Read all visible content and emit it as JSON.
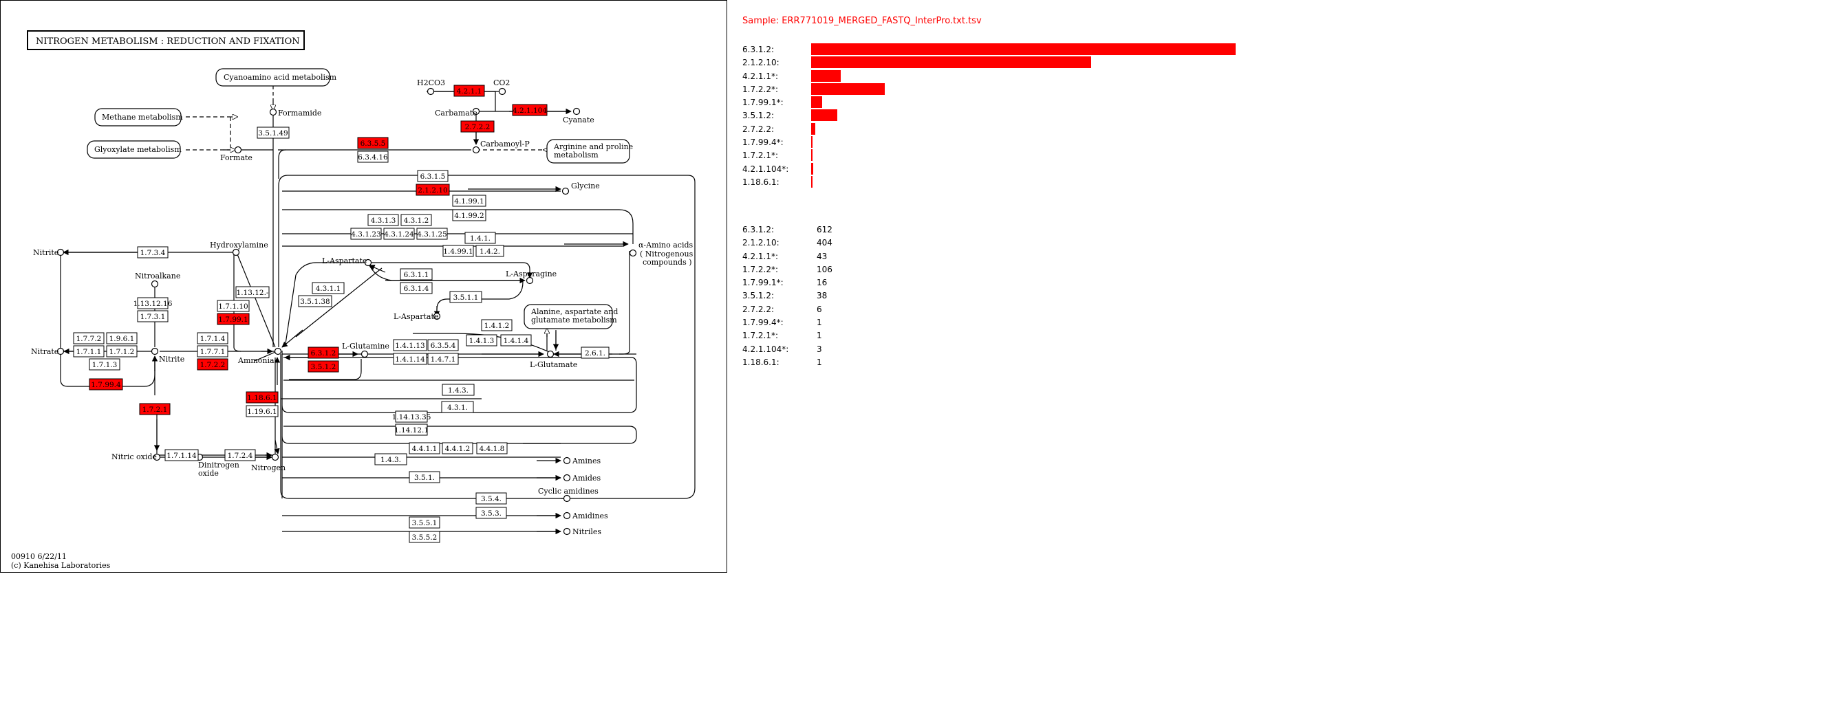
{
  "map": {
    "title": "NITROGEN METABOLISM : REDUCTION AND FIXATION",
    "footer_id": "00910 6/22/11",
    "footer_copy": "(c) Kanehisa Laboratories",
    "highlight_color": "#ff0000",
    "pathways": [
      "Cyanoamino acid metabolism",
      "Methane metabolism",
      "Glyoxylate metabolism",
      "Arginine and proline metabolism",
      "Alanine, aspartate and glutamate metabolism"
    ],
    "compounds": [
      "Formamide",
      "Formate",
      "H2CO3",
      "CO2",
      "Carbamate",
      "Cyanate",
      "Carbamoyl-P",
      "Glycine",
      "Hydroxylamine",
      "Nitrite",
      "Nitroalkane",
      "Nitrate",
      "Ammonia",
      "L-Aspartate",
      "L-Asparagine",
      "L-Glutamine",
      "L-Glutamate",
      "α-Amino acids",
      "( Nitrogenous",
      "compounds )",
      "Nitric oxide",
      "Dinitrogen",
      "oxide",
      "Nitrogen",
      "Amines",
      "Amides",
      "Cyclic amidines",
      "Amidines",
      "Nitriles"
    ],
    "enzymes": [
      "3.5.1.49",
      "4.2.1.1",
      "4.2.1.104",
      "2.7.2.2",
      "6.3.5.5",
      "6.3.4.16",
      "6.3.1.5",
      "2.1.2.10",
      "4.1.99.1",
      "4.1.99.2",
      "4.3.1.3",
      "4.3.1.2",
      "4.3.1.23",
      "4.3.1.24",
      "4.3.1.25",
      "1.4.1.",
      "1.4.99.1",
      "1.4.2.",
      "1.7.3.4",
      "1.13.12.-",
      "1.13.12.16",
      "1.7.3.1",
      "1.7.1.10",
      "1.7.99.1",
      "6.3.1.1",
      "6.3.1.4",
      "4.3.1.1",
      "3.5.1.38",
      "3.5.1.1",
      "1.7.7.2",
      "1.9.6.1",
      "1.7.1.1",
      "1.7.1.2",
      "1.7.1.3",
      "1.7.1.4",
      "1.7.7.1",
      "1.7.2.2",
      "1.7.99.4",
      "1.7.2.1",
      "1.4.1.13",
      "6.3.5.4",
      "1.4.1.14",
      "1.4.7.1",
      "6.3.1.2",
      "3.5.1.2",
      "1.4.1.2",
      "1.4.1.3",
      "1.4.1.4",
      "2.6.1.",
      "1.4.3.",
      "4.3.1.",
      "1.18.6.1",
      "1.19.6.1",
      "1.14.13.35",
      "1.14.12.1",
      "4.4.1.1",
      "4.4.1.2",
      "4.4.1.8",
      "1.7.1.14",
      "1.7.2.4",
      "1.4.3.",
      "3.5.1.",
      "3.5.4.",
      "3.5.3.",
      "3.5.5.1",
      "3.5.5.2"
    ]
  },
  "sample_title": "Sample: ERR771019_MERGED_FASTQ_InterPro.txt.tsv",
  "bar_color": "#ff0000",
  "bar_max": 612,
  "bar_chart": [
    {
      "label": "6.3.1.2:",
      "value": 612
    },
    {
      "label": "2.1.2.10:",
      "value": 404
    },
    {
      "label": "4.2.1.1*:",
      "value": 43
    },
    {
      "label": "1.7.2.2*:",
      "value": 106
    },
    {
      "label": "1.7.99.1*:",
      "value": 16
    },
    {
      "label": "3.5.1.2:",
      "value": 38
    },
    {
      "label": "2.7.2.2:",
      "value": 6
    },
    {
      "label": "1.7.99.4*:",
      "value": 1
    },
    {
      "label": "1.7.2.1*:",
      "value": 1
    },
    {
      "label": "4.2.1.104*:",
      "value": 3
    },
    {
      "label": "1.18.6.1:",
      "value": 1
    }
  ],
  "counts": [
    {
      "label": "6.3.1.2:",
      "value": "612"
    },
    {
      "label": "2.1.2.10:",
      "value": "404"
    },
    {
      "label": "4.2.1.1*:",
      "value": "43"
    },
    {
      "label": "1.7.2.2*:",
      "value": "106"
    },
    {
      "label": "1.7.99.1*:",
      "value": "16"
    },
    {
      "label": "3.5.1.2:",
      "value": "38"
    },
    {
      "label": "2.7.2.2:",
      "value": "6"
    },
    {
      "label": "1.7.99.4*:",
      "value": "1"
    },
    {
      "label": "1.7.2.1*:",
      "value": "1"
    },
    {
      "label": "4.2.1.104*:",
      "value": "3"
    },
    {
      "label": "1.18.6.1:",
      "value": "1"
    }
  ]
}
